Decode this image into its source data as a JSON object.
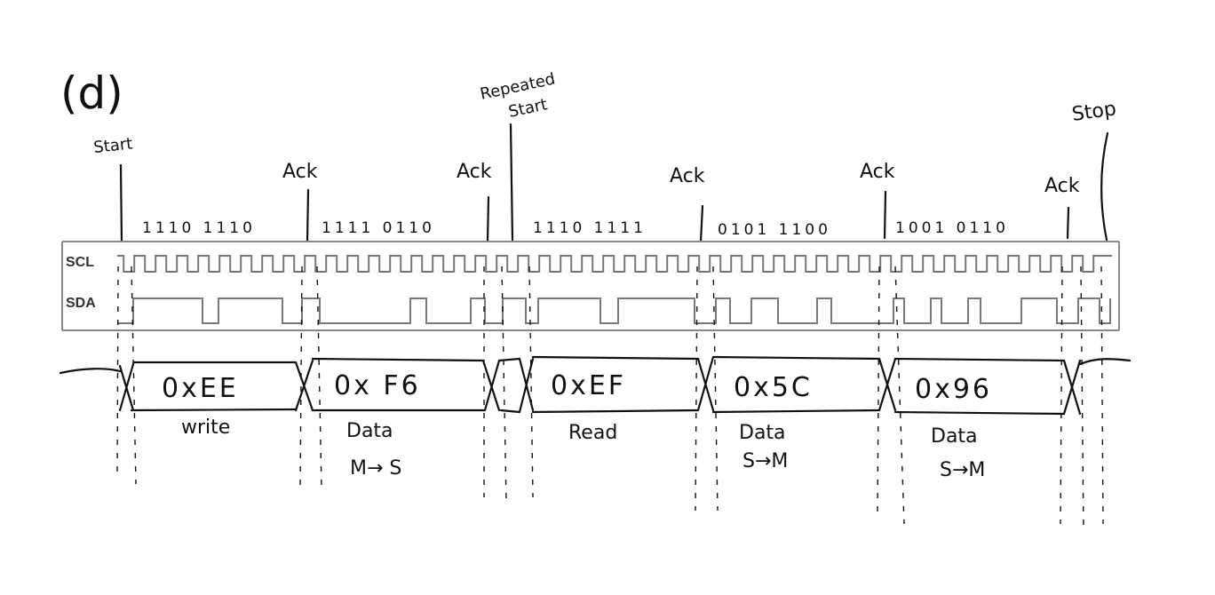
{
  "panel_label": "(d)",
  "events": {
    "start": "Start",
    "repeated_start_1": "Repeated",
    "repeated_start_2": "Start",
    "stop": "Stop"
  },
  "acks": [
    "Ack",
    "Ack",
    "Ack",
    "Ack",
    "Ack"
  ],
  "bit_groups": [
    "1110 1110",
    "1111 0110",
    "1110 1111",
    "0101 1100",
    "1001 0110"
  ],
  "signals": {
    "scl": "SCL",
    "sda": "SDA"
  },
  "bytes": [
    {
      "value": "0xEE",
      "desc1": "write",
      "desc2": ""
    },
    {
      "value": "0x F6",
      "desc1": "Data",
      "desc2": "M→ S"
    },
    {
      "value": "0xEF",
      "desc1": "Read",
      "desc2": ""
    },
    {
      "value": "0x5C",
      "desc1": "Data",
      "desc2": "S→M"
    },
    {
      "value": "0x96",
      "desc1": "Data",
      "desc2": "S→M"
    }
  ],
  "colors": {
    "ink": "#111111",
    "waveform": "#777777",
    "frame": "#888888"
  }
}
